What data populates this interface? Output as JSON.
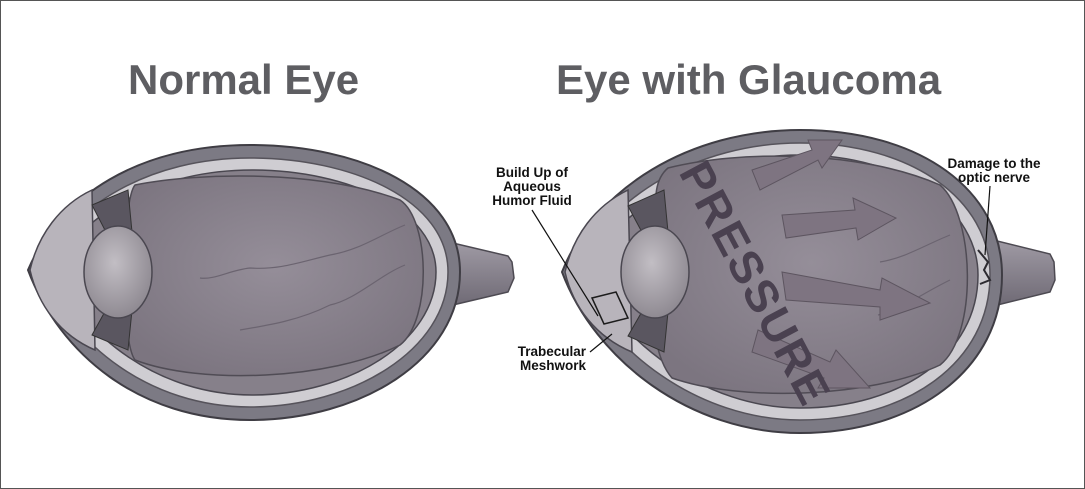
{
  "titles": {
    "normal": "Normal Eye",
    "glaucoma": "Eye with Glaucoma"
  },
  "callouts": {
    "fluid_line1": "Build Up of",
    "fluid_line2": "Aqueous",
    "fluid_line3": "Humor Fluid",
    "damage_line1": "Damage to the",
    "damage_line2": "optic nerve",
    "mesh_line1": "Trabecular",
    "mesh_line2": "Meshwork"
  },
  "pressure_label": "PRESSURE",
  "colors": {
    "title": "#5e5e62",
    "sclera": "#7d7b85",
    "sclera_inner": "#c9c7cc",
    "vitreous": "#8e8793",
    "lens": "#a9a4ab",
    "arrow": "#7e7481",
    "text": "#111111"
  }
}
